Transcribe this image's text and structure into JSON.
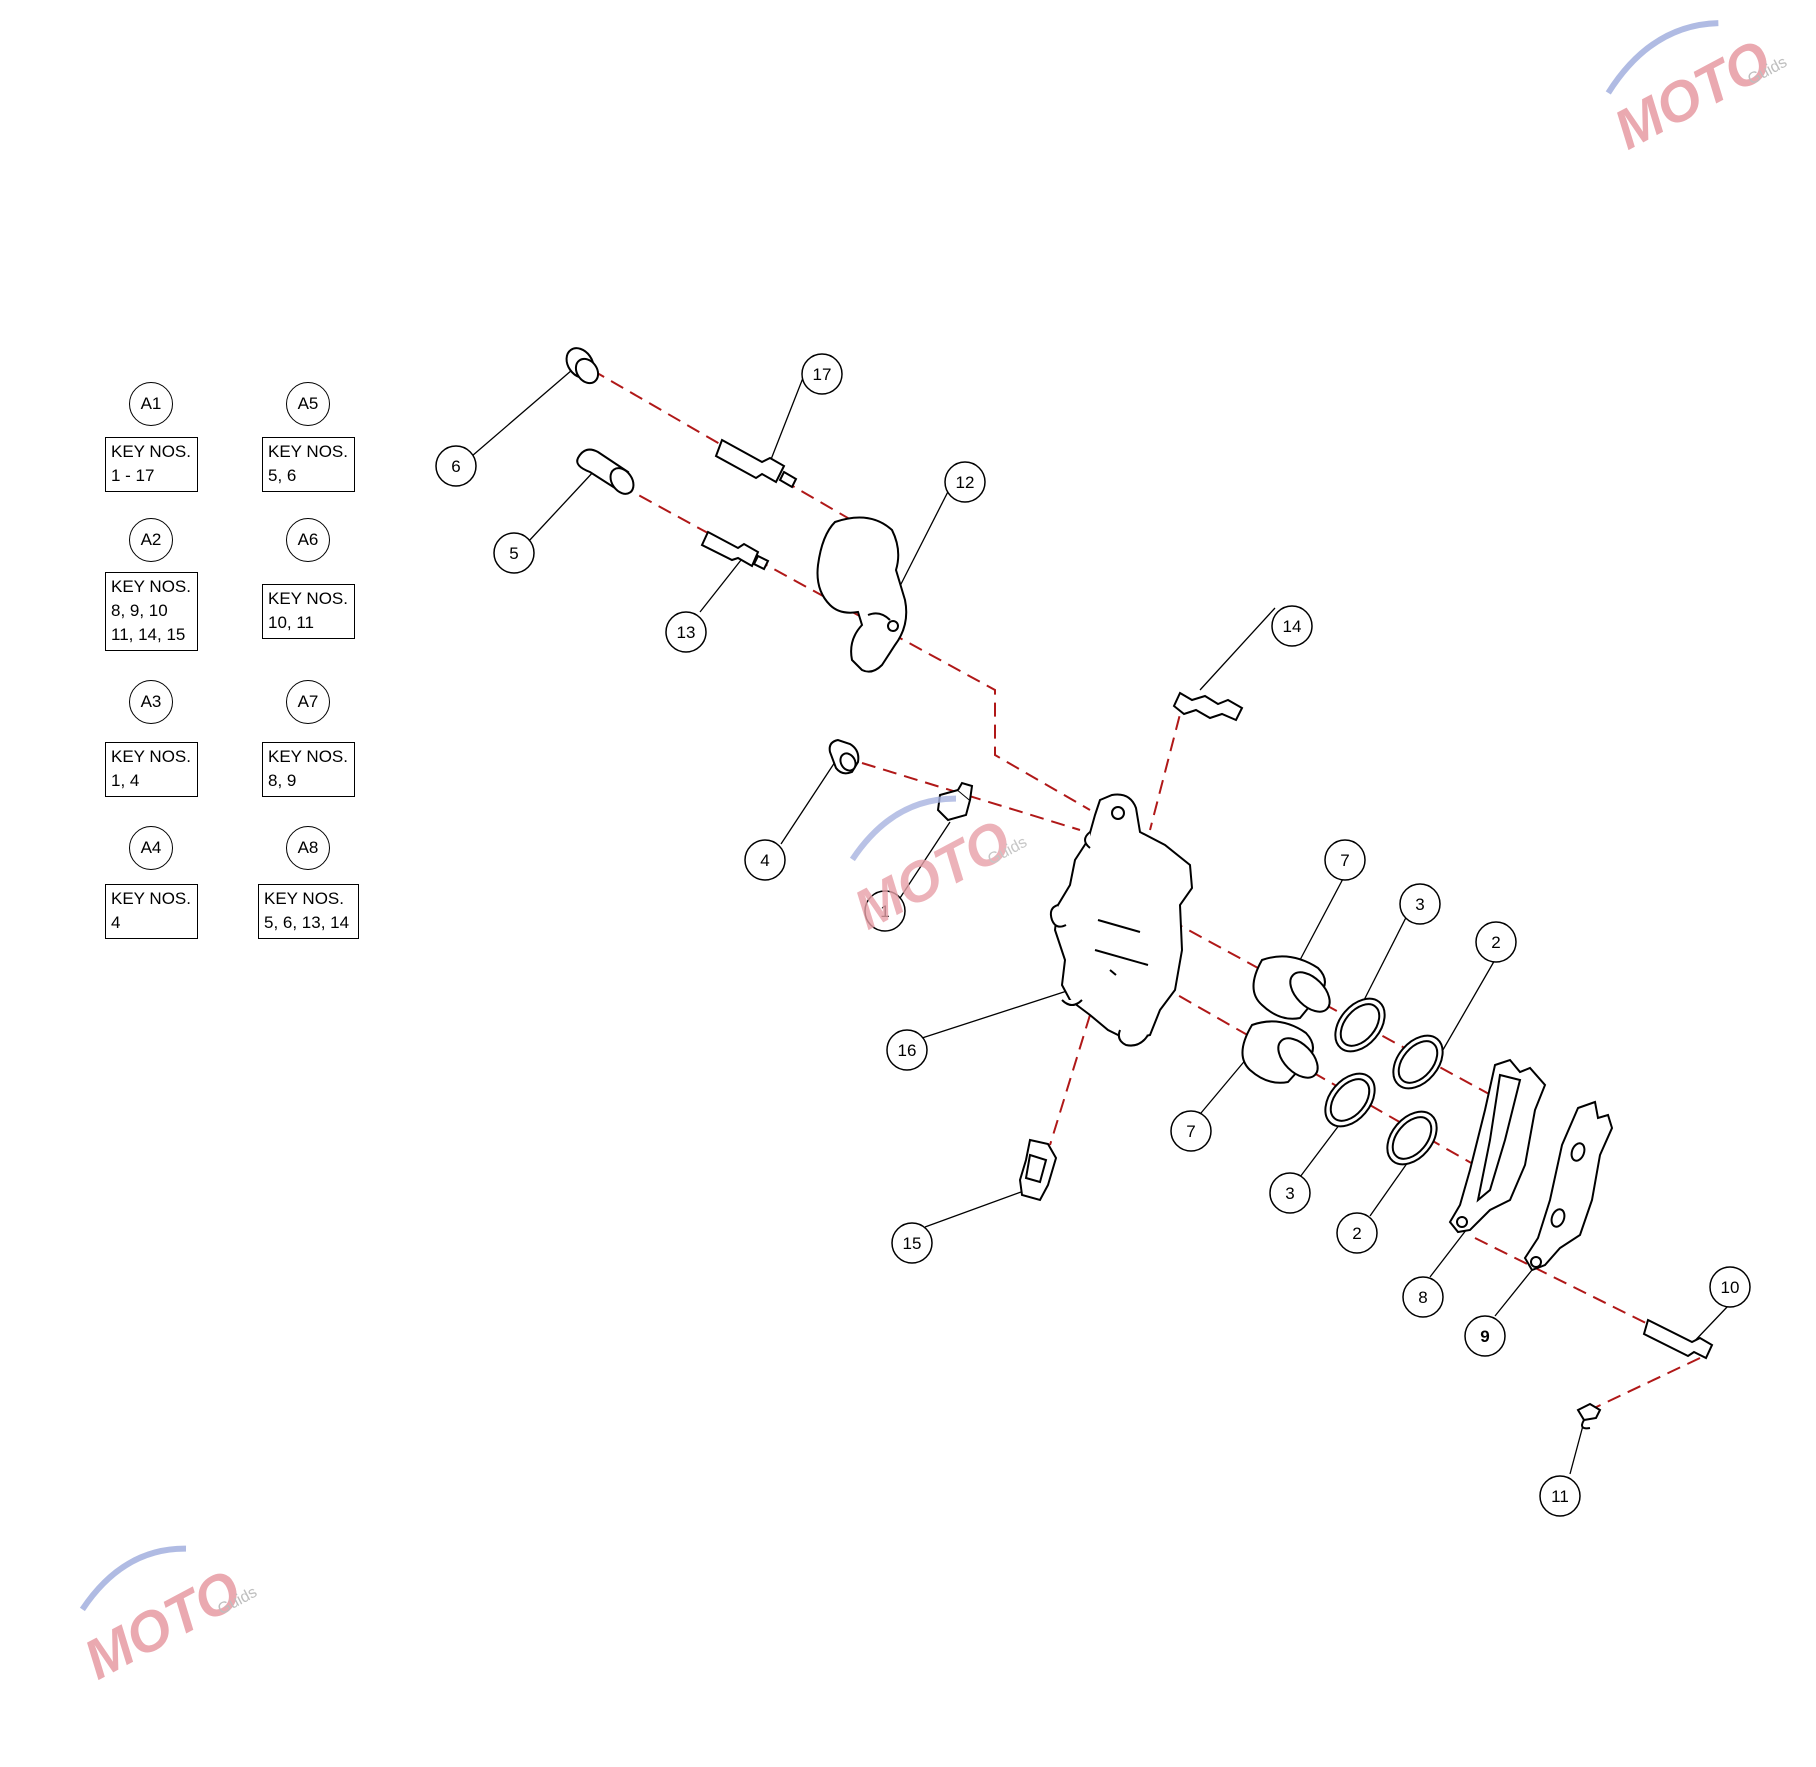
{
  "key_table": [
    {
      "id": "A1",
      "heading": "KEY NOS.",
      "lines": [
        "1 - 17"
      ]
    },
    {
      "id": "A2",
      "heading": "KEY NOS.",
      "lines": [
        "8, 9, 10",
        "11, 14, 15"
      ]
    },
    {
      "id": "A3",
      "heading": "KEY NOS.",
      "lines": [
        "1, 4"
      ]
    },
    {
      "id": "A4",
      "heading": "KEY NOS.",
      "lines": [
        "4"
      ]
    },
    {
      "id": "A5",
      "heading": "KEY NOS.",
      "lines": [
        "5, 6"
      ]
    },
    {
      "id": "A6",
      "heading": "KEY NOS.",
      "lines": [
        "10, 11"
      ]
    },
    {
      "id": "A7",
      "heading": "KEY NOS.",
      "lines": [
        "8, 9"
      ]
    },
    {
      "id": "A8",
      "heading": "KEY NOS.",
      "lines": [
        "5, 6, 13, 14"
      ]
    }
  ],
  "callouts": [
    "1",
    "2",
    "2",
    "3",
    "3",
    "4",
    "5",
    "6",
    "7",
    "7",
    "8",
    "9",
    "10",
    "11",
    "12",
    "13",
    "14",
    "15",
    "16",
    "17"
  ],
  "watermark": {
    "brand": "MOTO",
    "sub": "Guids",
    "colors": {
      "red": "#e8a0a8",
      "blue": "#a8b4e0",
      "gray": "#b8b8b8"
    }
  },
  "colors": {
    "line": "#000000",
    "dash": "#b01818"
  }
}
